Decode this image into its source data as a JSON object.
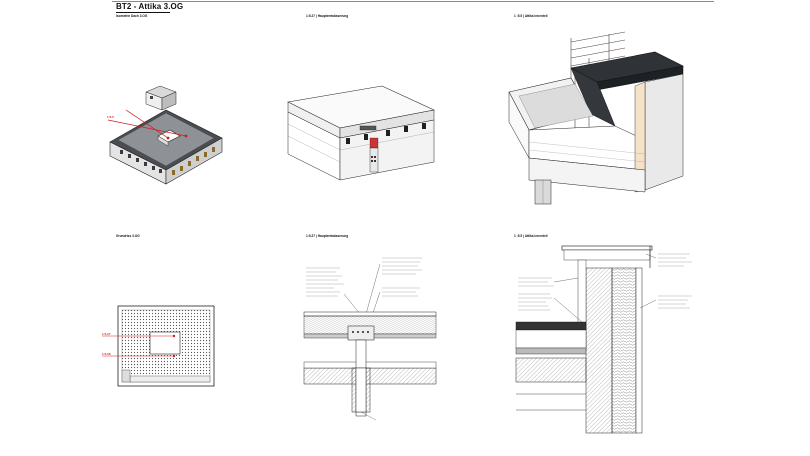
{
  "sheet": {
    "title": "BT2 - Attika 3.OG"
  },
  "captions": {
    "iso_building": "Isometrie Dach 3.OG",
    "iso_detail_a": "1:5.27 | Hauptentwässerung",
    "iso_detail_b": "1 :5.5 | Attika innenteil",
    "plan": "Grundriss 3.OG",
    "section_a": "1:5.27 | Hauptentwässerung",
    "section_b": "1 :5.5 | Attika innenteil"
  },
  "markers": {
    "iso_marker": "1:5.5",
    "plan_marker_1": "1:5.27",
    "plan_marker_2": "1:5.06"
  },
  "colors": {
    "line": "#222222",
    "dark_roof": "#2f3338",
    "red_marker": "#d21c1c",
    "hatch": "#7a7a7a"
  }
}
